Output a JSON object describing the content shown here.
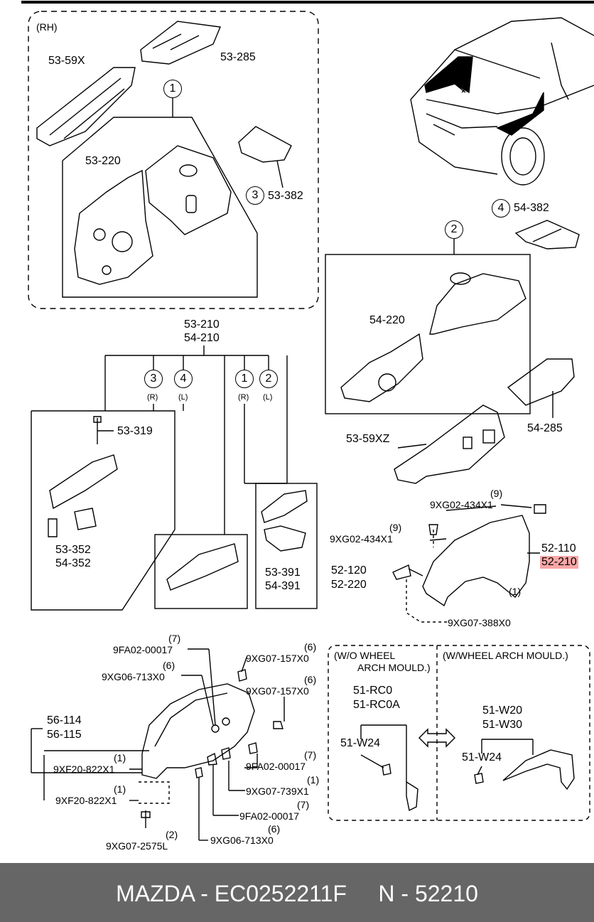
{
  "labels": {
    "rh": "(RH)",
    "p53_59x": "53-59X",
    "p53_285": "53-285",
    "p53_220": "53-220",
    "p53_382": "53-382",
    "p54_382": "54-382",
    "p54_220": "54-220",
    "p54_285": "54-285",
    "p53_59xz": "53-59XZ",
    "p53_210": "53-210",
    "p54_210": "54-210",
    "p53_319": "53-319",
    "p53_352": "53-352",
    "p54_352": "54-352",
    "p53_391": "53-391",
    "p54_391": "54-391",
    "r": "(R)",
    "l": "(L)",
    "q9": "(9)",
    "s9xg02_434x1": "9XG02-434X1",
    "p52_110": "52-110",
    "p52_210": "52-210",
    "p52_120": "52-120",
    "p52_220": "52-220",
    "q1": "(1)",
    "s9xg07_388x0": "9XG07-388X0",
    "q7": "(7)",
    "q6": "(6)",
    "q2": "(2)",
    "s9fa02_00017": "9FA02-00017",
    "s9xg06_713x0": "9XG06-713X0",
    "s9xg07_157x0": "9XG07-157X0",
    "p56_114": "56-114",
    "p56_115": "56-115",
    "s9xf20_822x1": "9XF20-822X1",
    "s9xg07_739x1": "9XG07-739X1",
    "s9xg07_2575l": "9XG07-2575L",
    "wo_wheel": "(W/O WHEEL",
    "arch_mould": "ARCH MOULD.)",
    "w_wheel": "(W/WHEEL ARCH MOULD.)",
    "p51_rc0": "51-RC0",
    "p51_rc0a": "51-RC0A",
    "p51_w24": "51-W24",
    "p51_w20": "51-W20",
    "p51_w30": "51-W30"
  },
  "callouts": {
    "c1": "1",
    "c2": "2",
    "c3": "3",
    "c4": "4"
  },
  "highlight_color": "#f9a7a7",
  "footer": {
    "brand": "MAZDA",
    "sep1": " - ",
    "part_number": "EC0252211F",
    "gap": "     ",
    "prefix": "N",
    "sep2": " - ",
    "ref": "52210"
  }
}
